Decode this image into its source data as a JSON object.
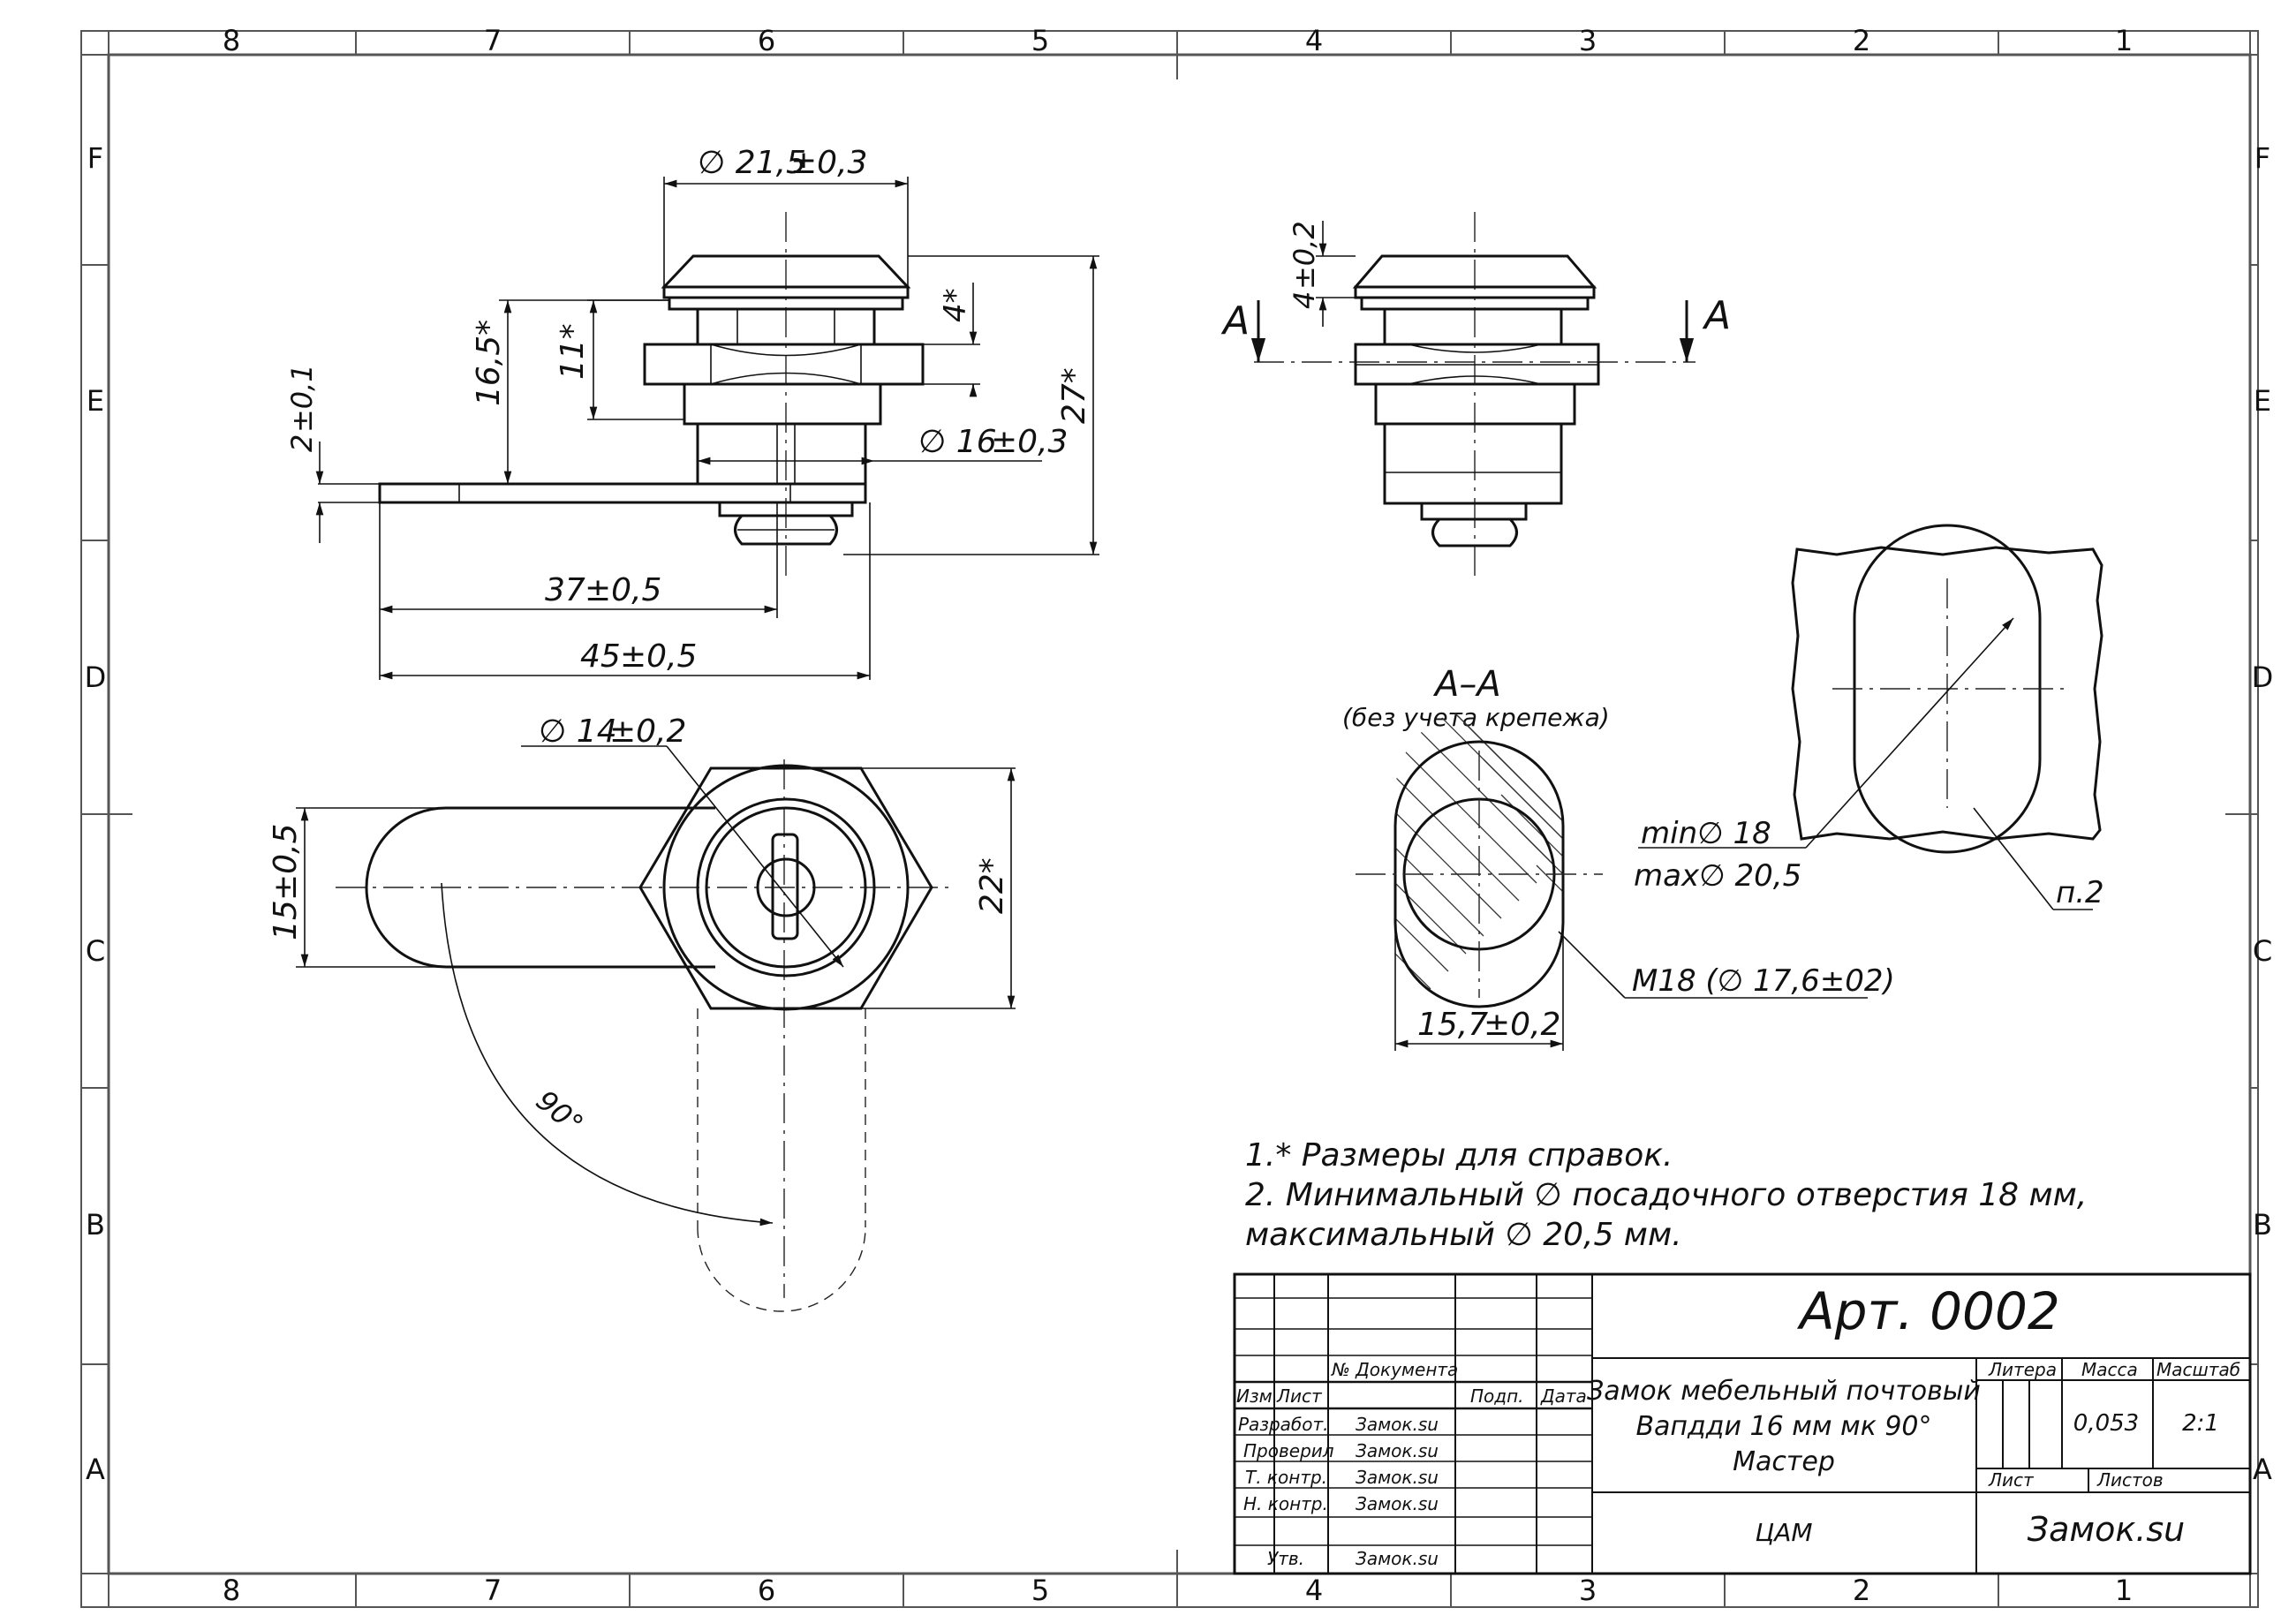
{
  "frame": {
    "columns": [
      "8",
      "7",
      "6",
      "5",
      "4",
      "3",
      "2",
      "1"
    ],
    "rows": [
      "F",
      "E",
      "D",
      "C",
      "B",
      "A"
    ]
  },
  "dims": {
    "d_cap": "∅ 21,5",
    "d_cap_tol": "±0,3",
    "h_16_5": "16,5*",
    "h_11": "11*",
    "h_4": "4*",
    "h_27": "27*",
    "t_2": "2",
    "t_2_tol": "±0,1",
    "d_body": "∅ 16",
    "d_body_tol": "±0,3",
    "len_37": "37",
    "len_37_tol": "±0,5",
    "len_45": "45",
    "len_45_tol": "±0,5",
    "d_key": "∅ 14",
    "d_key_tol": "±0,2",
    "w_15": "15",
    "w_15_tol": "±0,5",
    "hex_22": "22*",
    "angle_90": "90°",
    "side_4": "4",
    "side_4_tol": "±0,2",
    "section_mark": "A",
    "section_title": "A–A",
    "section_note": "(без учета крепежа)",
    "flat_15_7": "15,7",
    "flat_15_7_tol": "±0,2",
    "thread": "M18  (∅ 17,6±02)",
    "hole_min": "min∅  18",
    "hole_max": "max∅ 20,5",
    "note_ref": "п.2"
  },
  "notes": [
    "1.* Размеры для справок.",
    "2. Минимальный ∅ посадочного отверстия 18 мм,",
    "максимальный ∅  20,5 мм."
  ],
  "title_block": {
    "article": "Арт. 0002",
    "doc_no_header": "№ Документа",
    "izm": "Изм.",
    "list": "Лист",
    "podp": "Подп.",
    "data": "Дата",
    "roles": [
      "Разработ.",
      "Проверил",
      "Т. контр.",
      "Н. контр.",
      "",
      "Утв."
    ],
    "signers": [
      "Замок.su",
      "Замок.su",
      "Замок.su",
      "Замок.su",
      "",
      "Замок.su"
    ],
    "name_lines": [
      "Замок мебельный почтовый",
      "Вапдди 16 мм мк 90°",
      "Мастер"
    ],
    "litera": "Литера",
    "massa": "Масса",
    "masshtab": "Масштаб",
    "mass_value": "0,053",
    "scale_value": "2:1",
    "list_label": "Лист",
    "listov_label": "Листов",
    "material": "ЦАМ",
    "company": "Замок.su"
  }
}
